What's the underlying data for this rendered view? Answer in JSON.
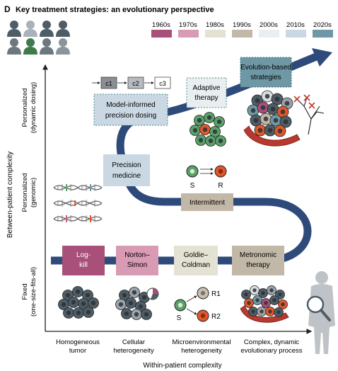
{
  "panel": {
    "letter": "D",
    "title": "Key treatment strategies: an evolutionary perspective"
  },
  "legend": {
    "items": [
      {
        "label": "1960s",
        "color": "#a8507a"
      },
      {
        "label": "1970s",
        "color": "#d99ab3"
      },
      {
        "label": "1980s",
        "color": "#e4e2d2"
      },
      {
        "label": "1990s",
        "color": "#c2b8a8"
      },
      {
        "label": "2000s",
        "color": "#e9eef0"
      },
      {
        "label": "2010s",
        "color": "#c9d8e3"
      },
      {
        "label": "2020s",
        "color": "#6f98a6"
      }
    ]
  },
  "axes": {
    "y_label": "Between-patient complexity",
    "x_label": "Within-patient complexity",
    "y_levels": [
      {
        "line1": "Fixed",
        "line2": "(one-size-fits-all)"
      },
      {
        "line1": "Personalized",
        "line2": "(genomic)"
      },
      {
        "line1": "Personalized",
        "line2": "(dynamic dosing)"
      }
    ],
    "x_levels": [
      {
        "line1": "Homogeneous",
        "line2": "tumor"
      },
      {
        "line1": "Cellular",
        "line2": "heterogeneity"
      },
      {
        "line1": "Microenvironmental",
        "line2": "heterogeneity"
      },
      {
        "line1": "Complex, dynamic",
        "line2": "evolutionary process"
      }
    ]
  },
  "strategies": {
    "log_kill": {
      "line1": "Log-",
      "line2": "kill"
    },
    "norton_simon": {
      "line1": "Norton–",
      "line2": "Simon"
    },
    "goldie_coldman": {
      "line1": "Goldie–",
      "line2": "Coldman"
    },
    "metronomic": {
      "line1": "Metronomic",
      "line2": "therapy"
    },
    "intermittent": {
      "line1": "Intermittent"
    },
    "precision_medicine": {
      "line1": "Precision",
      "line2": "medicine"
    },
    "model_informed": {
      "line1": "Model-informed",
      "line2": "precision dosing"
    },
    "adaptive": {
      "line1": "Adaptive",
      "line2": "therapy"
    },
    "evolution_based": {
      "line1": "Evolution-based",
      "line2": "strategies"
    }
  },
  "annotations": {
    "sensitive": "S",
    "resistant": "R",
    "resistant_1": "R1",
    "resistant_2": "R2",
    "compartments": [
      "c1",
      "c2",
      "c3"
    ]
  },
  "colors": {
    "path": "#2d4a7a",
    "box_1960s": "#a8507a",
    "box_1970s": "#d99ab3",
    "box_1980s": "#e4e2d2",
    "box_1990s": "#c2b8a8",
    "box_2000s": "#e9eef0",
    "box_2010s": "#c9d8e3",
    "box_2020s": "#6f98a6",
    "sensitive_cell": "#5aa06a",
    "resistant_cell": "#e0582a"
  }
}
